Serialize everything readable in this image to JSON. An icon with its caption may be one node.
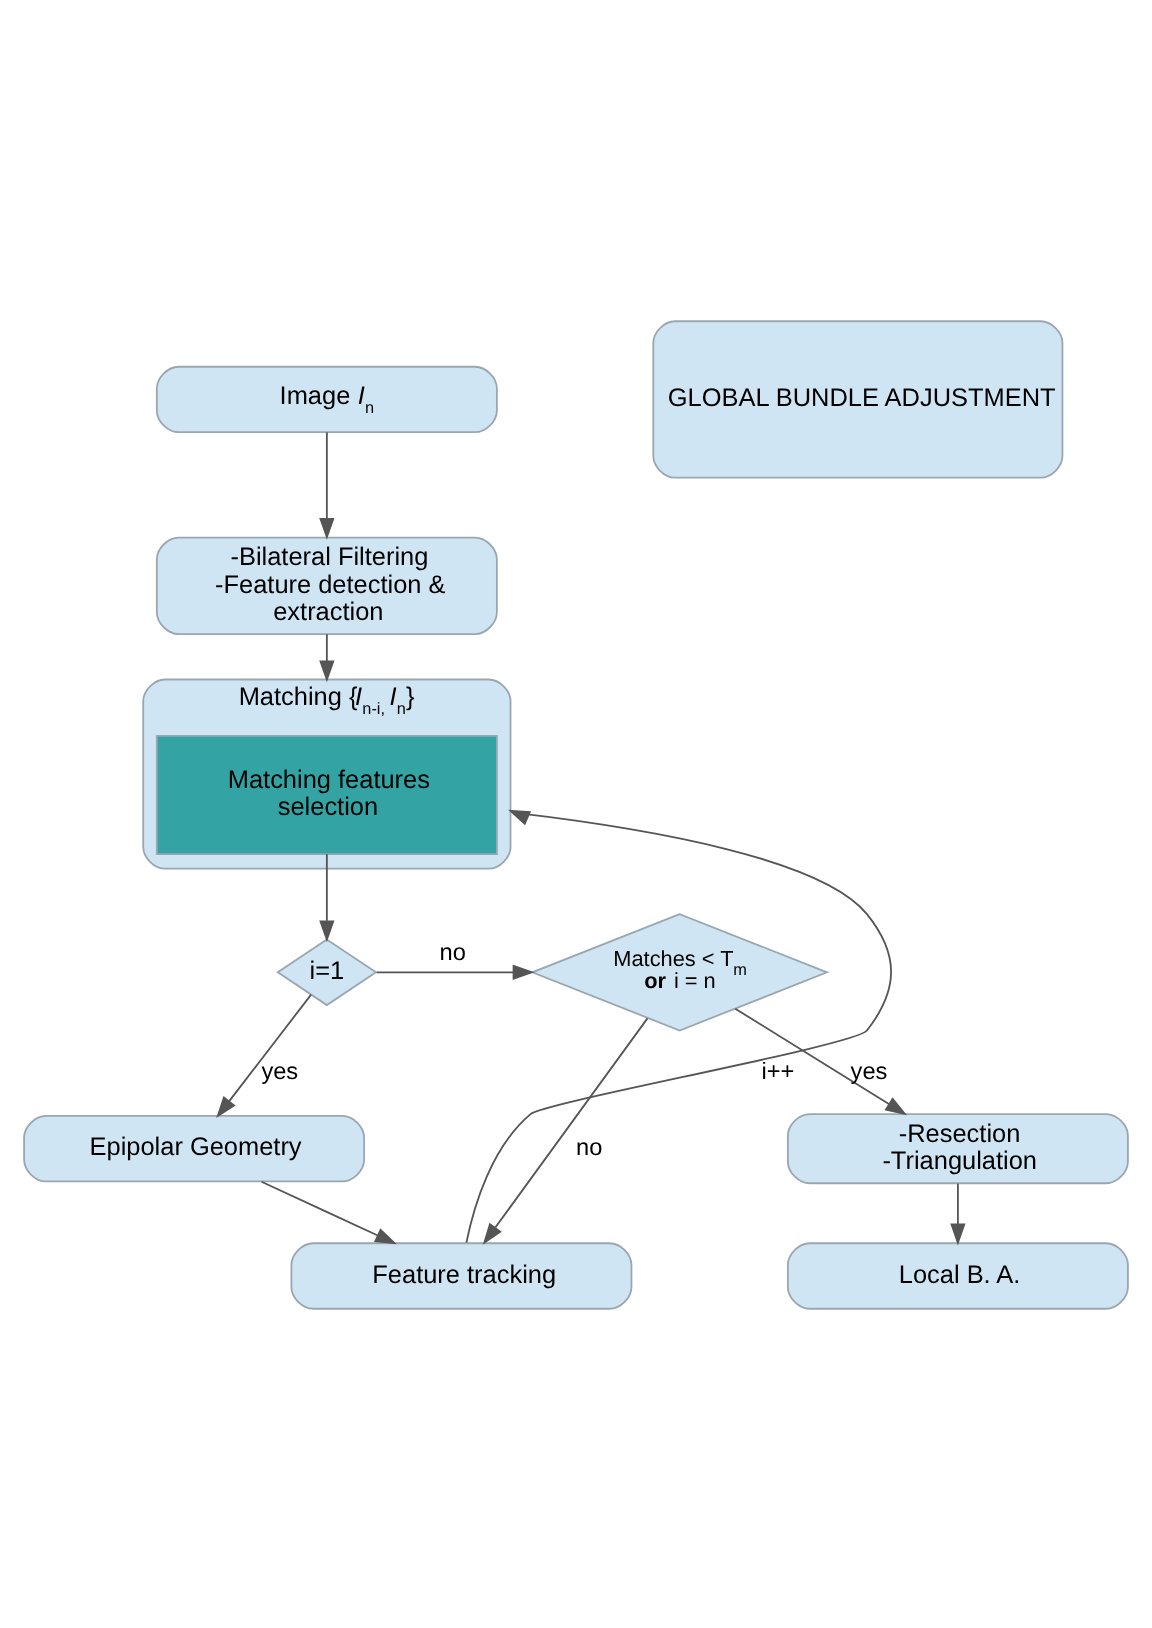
{
  "diagram": {
    "nodes": [
      {
        "text": [
          "Image *I*$_{n}$"
        ]
      },
      {
        "text": [
          "-Bilateral Filtering -Feature detection & extraction"
        ]
      },
      {
        "text": [
          "Matching {*I*$_{n-i,}$ *I*$_{n}$}"
        ]
      },
      {
        "text": [
          "Matching features selection"
        ],
        "in": 2
      },
      {
        "text": [
          "i=1"
        ]
      },
      {
        "text": [
          "Matches < T$_{m}$ **or** i = n"
        ]
      },
      {
        "text": [
          "Epipolar Geometry"
        ]
      },
      {
        "text": [
          "Feature tracking"
        ]
      },
      {
        "text": [
          "-Resection -Triangulation"
        ]
      },
      {
        "text": [
          "Local B. A."
        ]
      },
      {
        "text": [
          "GLOBAL BUNDLE ADJUSTMENT"
        ]
      }
    ],
    "edges": [
      {
        "from": 0,
        "to": 1,
        "arrow": "to"
      },
      {
        "from": 1,
        "to": 2,
        "arrow": "to"
      },
      {
        "from": 3,
        "to": 4,
        "arrow": "to"
      },
      {
        "from": 4,
        "to": 5,
        "arrow": "to",
        "label": "no"
      },
      {
        "from": 4,
        "to": 6,
        "arrow": "to",
        "label": "yes"
      },
      {
        "from": 6,
        "to": 7,
        "arrow": "to"
      },
      {
        "from": 5,
        "to": 7,
        "arrow": "to",
        "label": "no"
      },
      {
        "from": 7,
        "to": 2,
        "arrow": "to",
        "label": "i++"
      },
      {
        "from": 5,
        "to": 8,
        "arrow": "to",
        "label": "yes"
      },
      {
        "from": 8,
        "to": 9,
        "arrow": "to"
      }
    ]
  }
}
